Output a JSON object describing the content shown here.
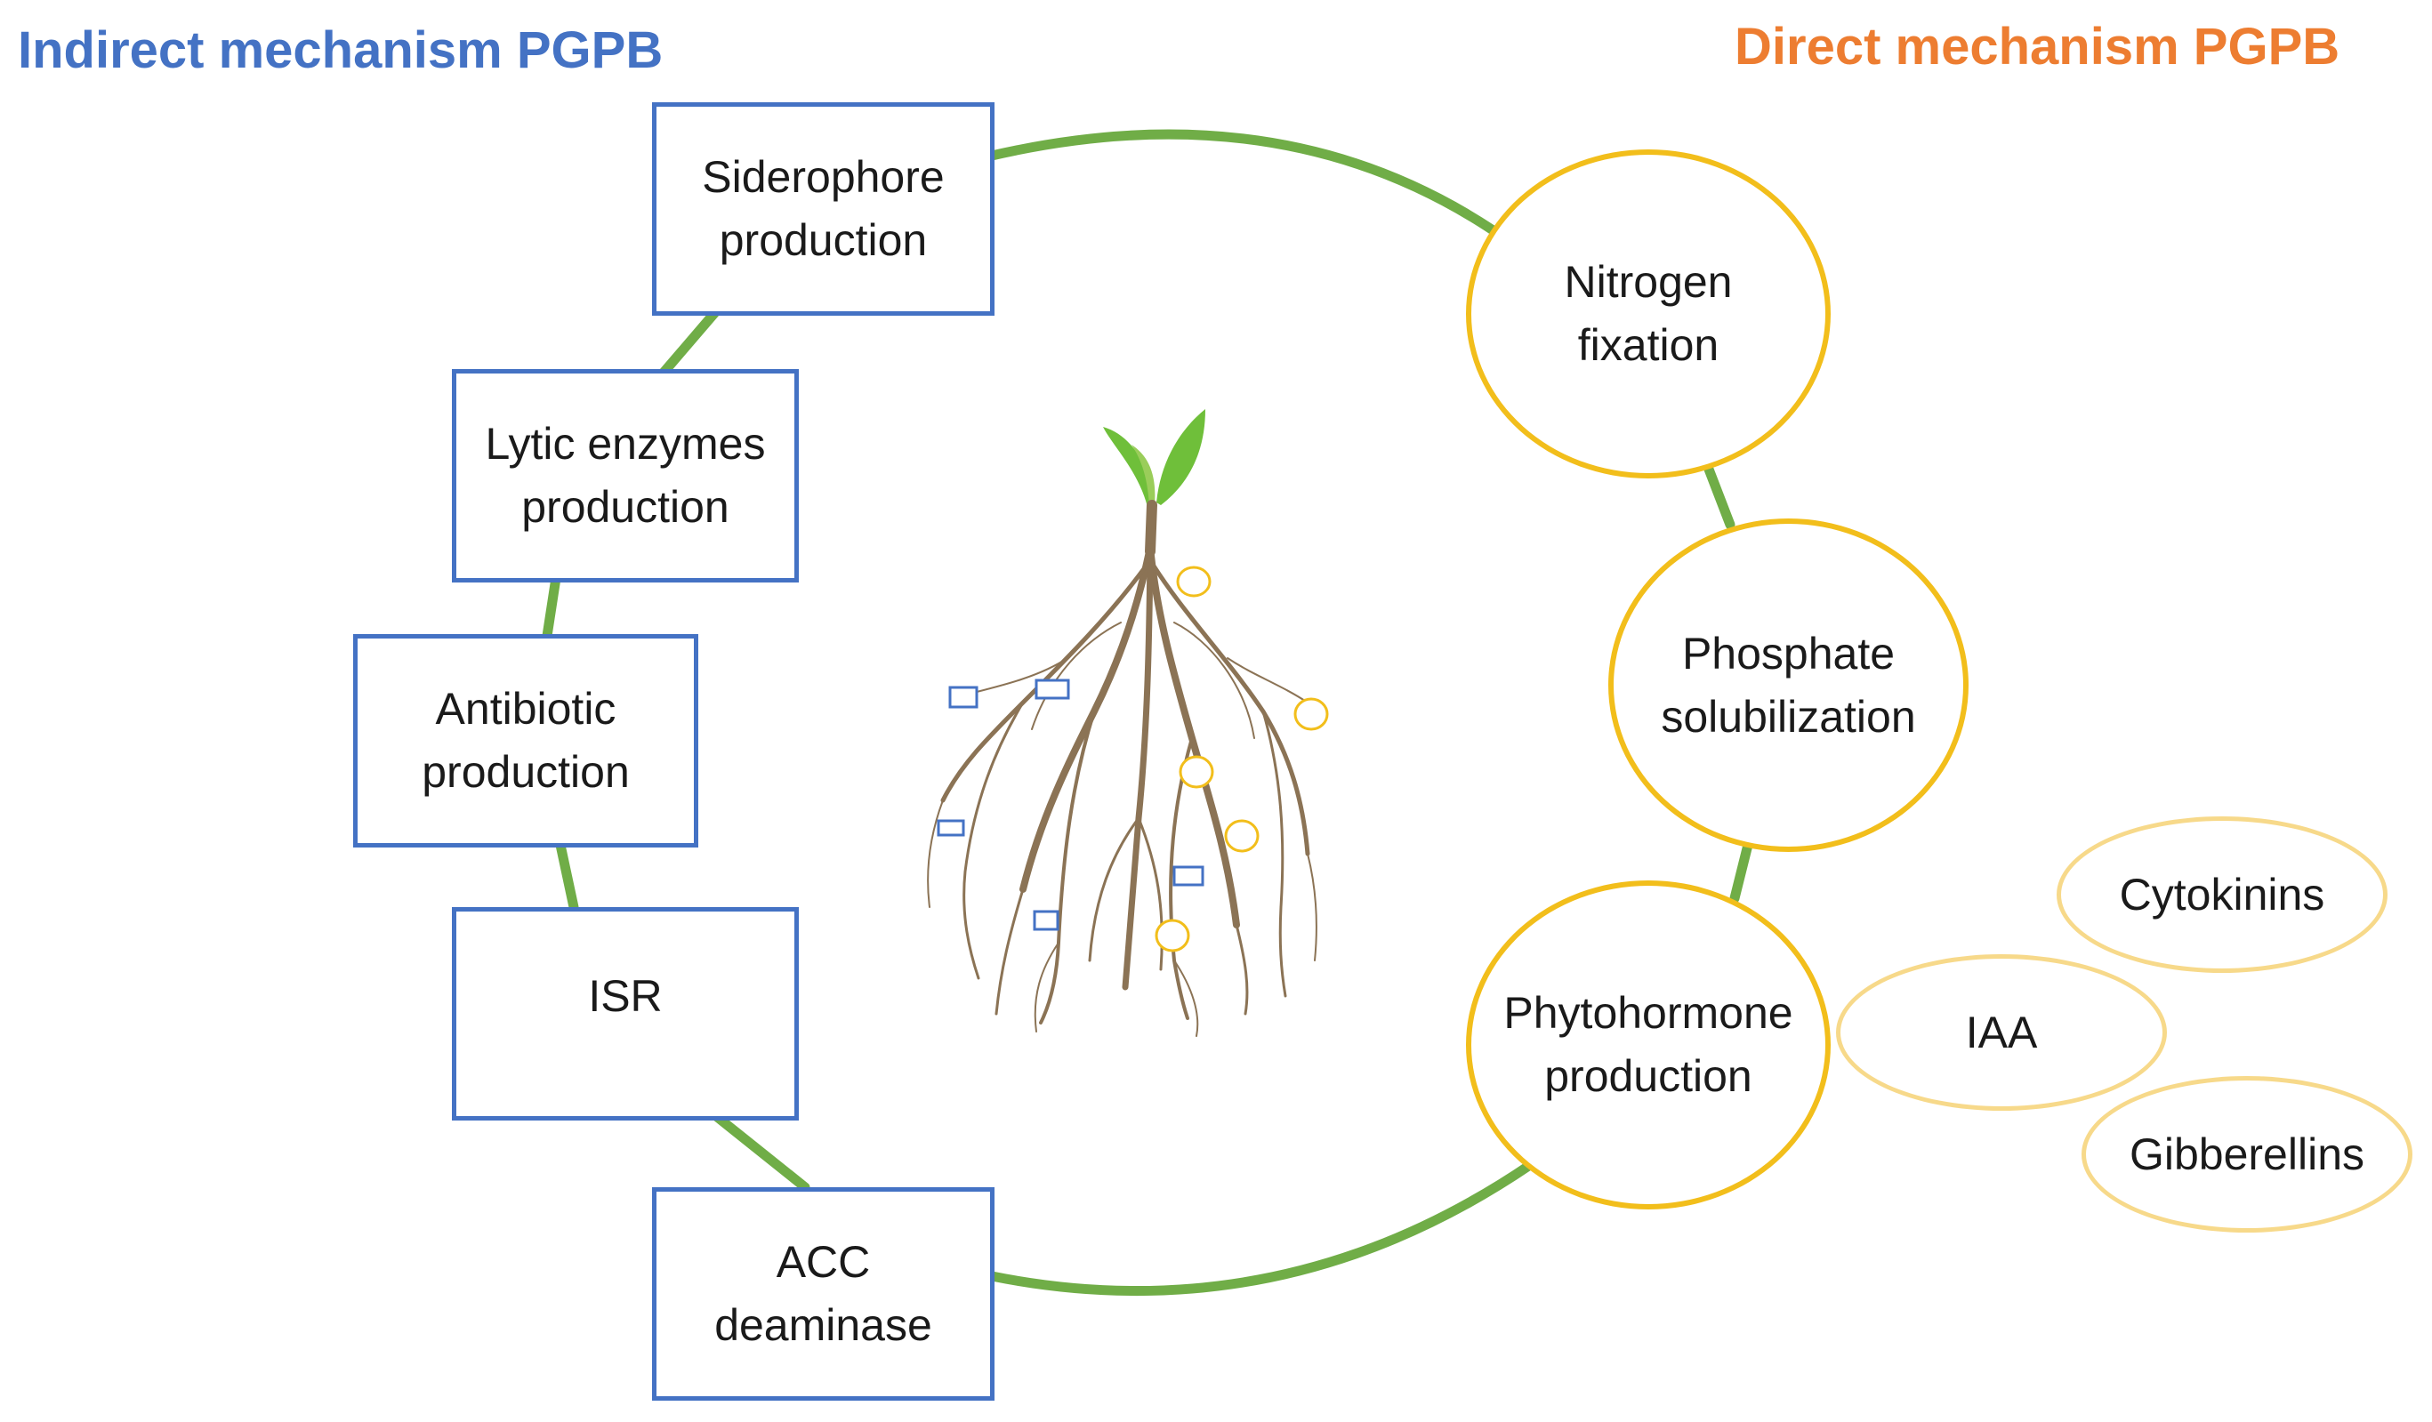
{
  "headings": {
    "indirect": "Indirect mechanism PGPB",
    "direct": "Direct mechanism PGPB"
  },
  "indirect_mechanisms": [
    {
      "line1": "Siderophore",
      "line2": "production"
    },
    {
      "line1": "Lytic enzymes",
      "line2": "production"
    },
    {
      "line1": "Antibiotic",
      "line2": "production"
    },
    {
      "line1": "ISR",
      "line2": ""
    },
    {
      "line1": "ACC",
      "line2": "deaminase"
    }
  ],
  "direct_mechanisms": [
    {
      "line1": "Nitrogen",
      "line2": "fixation"
    },
    {
      "line1": "Phosphate",
      "line2": "solubilization"
    },
    {
      "line1": "Phytohormone",
      "line2": "production"
    }
  ],
  "phytohormones": [
    "Cytokinins",
    "IAA",
    "Gibberellins"
  ],
  "colors": {
    "indirect": "#4472c4",
    "direct": "#ed7d31",
    "ring": "#70ad47",
    "circle_border": "#f2be1b",
    "oval_border": "#f7d98a",
    "root": "#8b7355",
    "leaf": "#6fbf3a"
  },
  "icons": {
    "plant": "plant-with-roots-icon",
    "bacteria_rect": "rod-bacterium-icon",
    "bacteria_round": "coccus-bacterium-icon"
  }
}
